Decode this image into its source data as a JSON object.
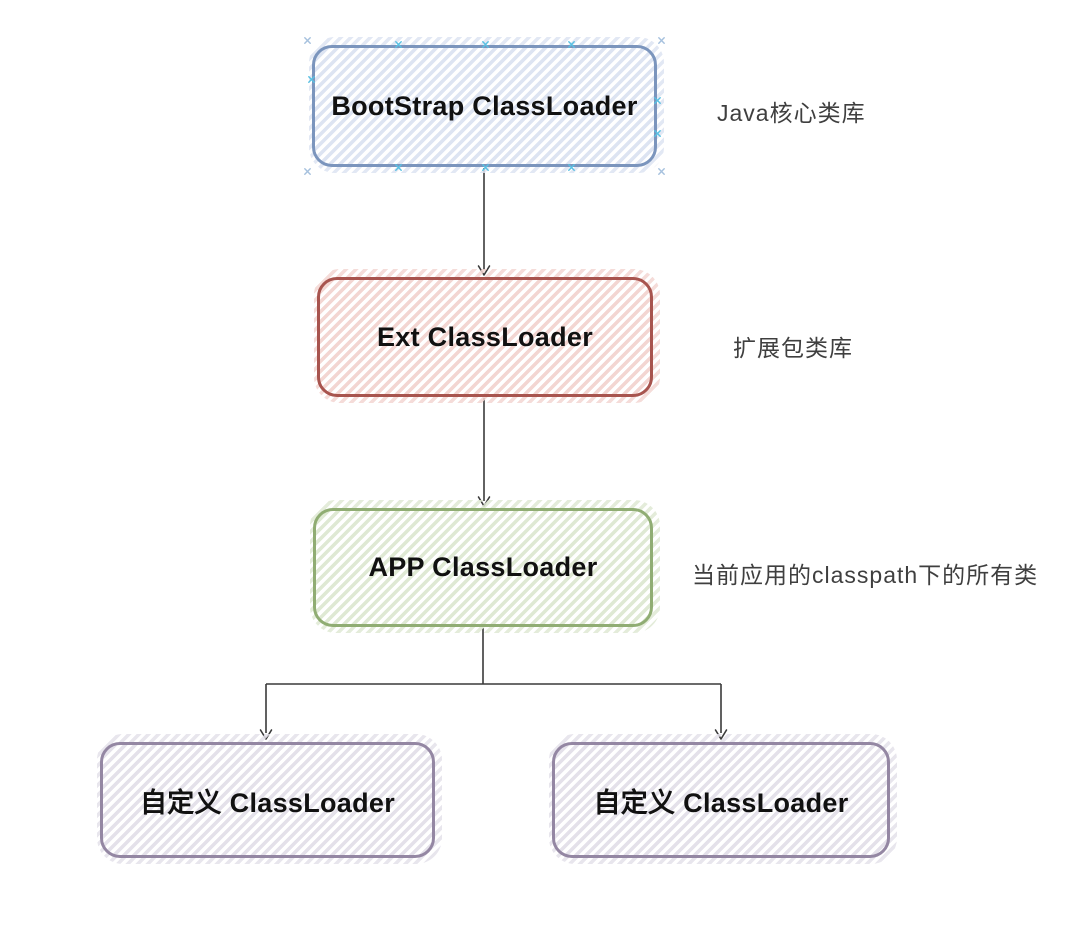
{
  "diagram": {
    "nodes": [
      {
        "label": "BootStrap ClassLoader",
        "annotation": "Java核心类库"
      },
      {
        "label": "Ext ClassLoader",
        "annotation": "扩展包类库"
      },
      {
        "label": "APP ClassLoader",
        "annotation": "当前应用的classpath下的所有类"
      },
      {
        "label": "自定义 ClassLoader"
      },
      {
        "label": "自定义 ClassLoader"
      }
    ],
    "colors": {
      "bootstrap_border": "#7b95bd",
      "bootstrap_hatch": "#dde4f2",
      "ext_border": "#a8544e",
      "ext_hatch": "#f3d6d2",
      "app_border": "#90ad73",
      "app_hatch": "#dfe9d4",
      "custom_border": "#9487a3",
      "custom_hatch": "#e4e1ea",
      "connector": "#3a3a3a",
      "anchor_corner": "#a6c1de",
      "anchor_edge": "#59c0e2",
      "text": "#111111",
      "annotation_text": "#3f3f3f"
    }
  }
}
